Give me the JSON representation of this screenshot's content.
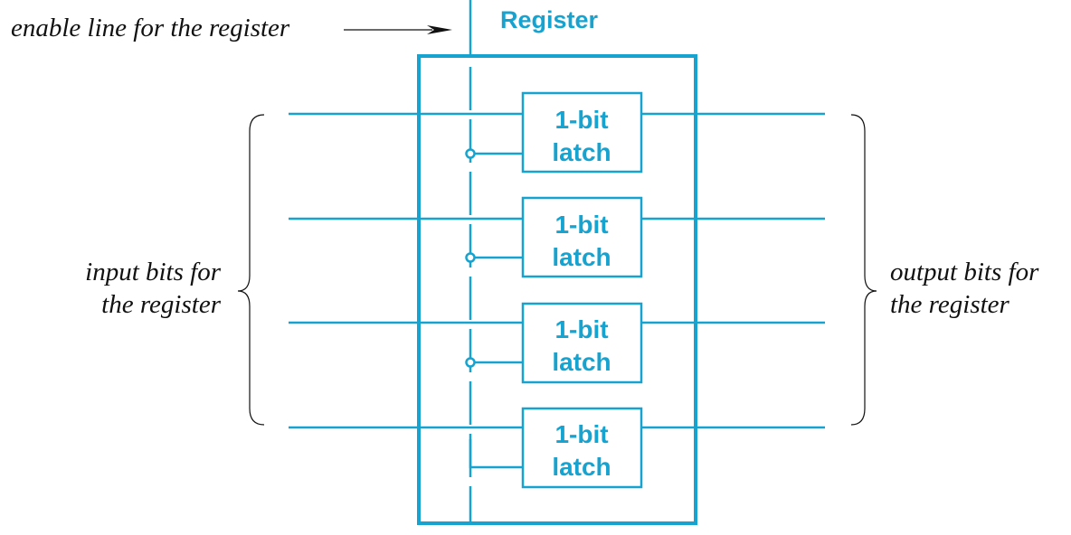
{
  "register_title": "Register",
  "enable_label": "enable line for the register",
  "input_label": {
    "line1": "input bits for",
    "line2": "the register"
  },
  "output_label": {
    "line1": "output bits for",
    "line2": "the register"
  },
  "latches": [
    {
      "line1": "1-bit",
      "line2": "latch"
    },
    {
      "line1": "1-bit",
      "line2": "latch"
    },
    {
      "line1": "1-bit",
      "line2": "latch"
    },
    {
      "line1": "1-bit",
      "line2": "latch"
    }
  ],
  "colors": {
    "accent": "#17a3cf",
    "text": "#111111"
  }
}
